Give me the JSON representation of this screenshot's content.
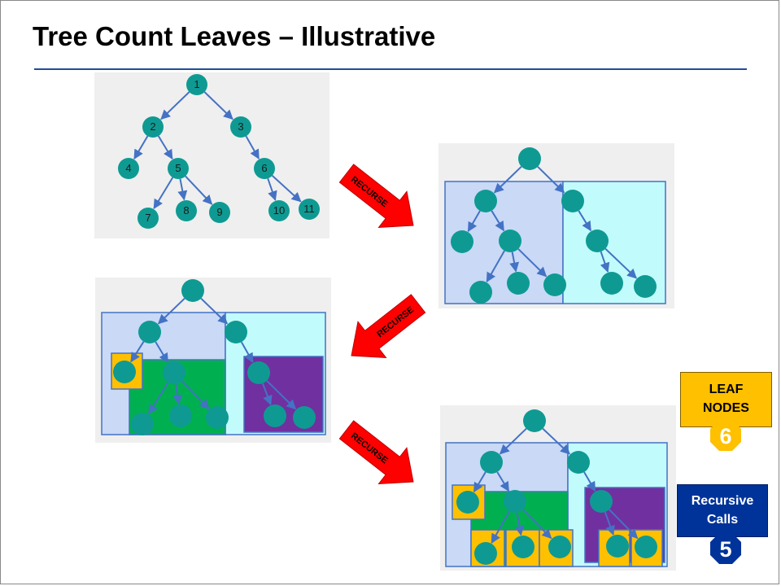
{
  "title": "Tree Count Leaves – Illustrative",
  "colors": {
    "node": "#0e9a92",
    "edge": "#4472c4",
    "panel_bg": "#efefef",
    "left_subtree": "#c9d9f6",
    "right_subtree": "#c2fbfb",
    "green_subtree": "#00b050",
    "purple_subtree": "#7030a0",
    "leaf_box": "#ffc000",
    "arrow": "#ff0000",
    "calls_box": "#003399"
  },
  "tree": {
    "root": "1",
    "edges": [
      [
        "1",
        "2"
      ],
      [
        "1",
        "3"
      ],
      [
        "2",
        "4"
      ],
      [
        "2",
        "5"
      ],
      [
        "5",
        "7"
      ],
      [
        "5",
        "8"
      ],
      [
        "5",
        "9"
      ],
      [
        "3",
        "6"
      ],
      [
        "6",
        "10"
      ],
      [
        "6",
        "11"
      ]
    ],
    "node_labels": [
      "1",
      "2",
      "3",
      "4",
      "5",
      "6",
      "7",
      "8",
      "9",
      "10",
      "11"
    ]
  },
  "arrows": [
    {
      "label": "RECURSE"
    },
    {
      "label": "RECURSE"
    },
    {
      "label": "RECURSE"
    }
  ],
  "leaf_nodes": {
    "label_line1": "LEAF",
    "label_line2": "NODES",
    "count": "6"
  },
  "recursive_calls": {
    "label_line1": "Recursive",
    "label_line2": "Calls",
    "count": "5"
  }
}
